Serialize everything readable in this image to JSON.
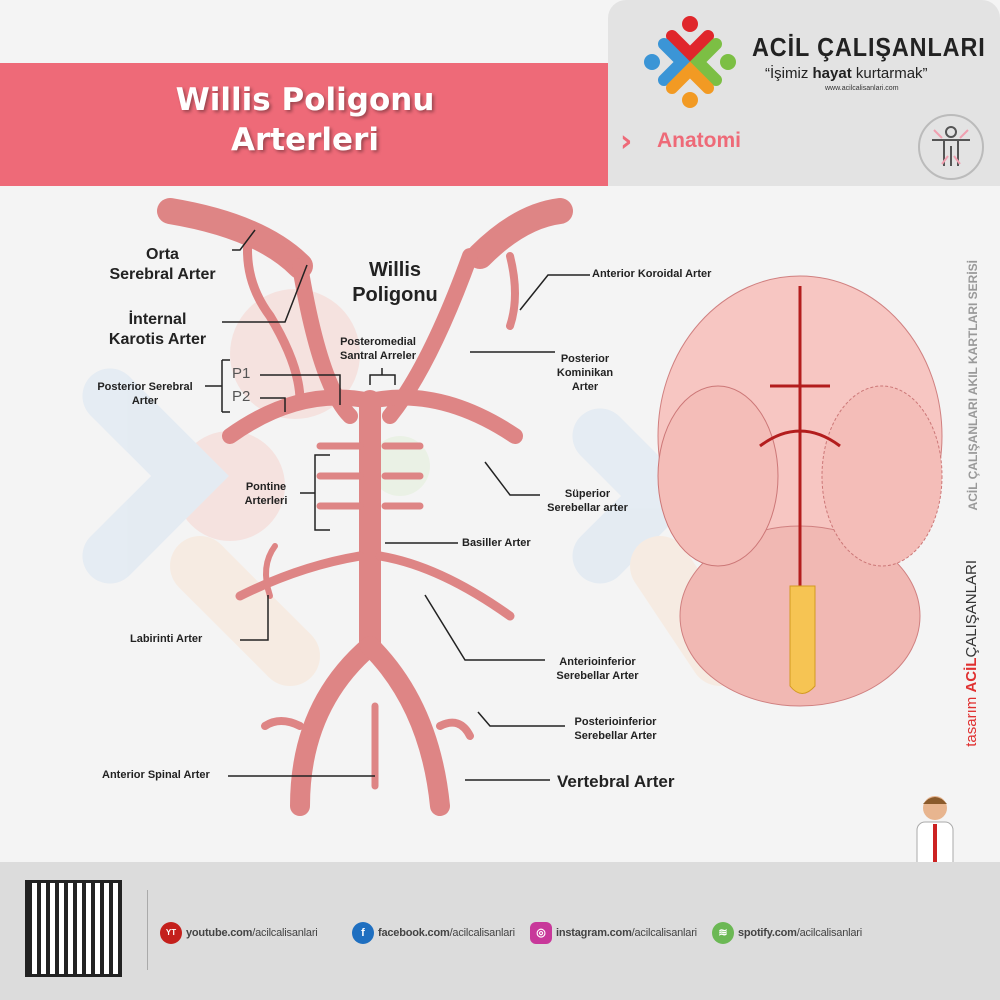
{
  "header": {
    "title_line1": "Willis Poligonu",
    "title_line2": "Arterleri",
    "brand": "ACİL ÇALIŞANLARI",
    "slogan_pre": "“İşimiz ",
    "slogan_bold": "hayat",
    "slogan_post": " kurtarmak”",
    "website": "www.acilcalisanlari.com",
    "section": "Anatomi"
  },
  "diagram": {
    "center_title_1": "Willis",
    "center_title_2": "Poligonu",
    "orta_1": "Orta",
    "orta_2": "Serebral Arter",
    "internal_1": "İnternal",
    "internal_2": "Karotis Arter",
    "posteromedial_1": "Posteromedial",
    "posteromedial_2": "Santral Arreler",
    "p1": "P1",
    "p2": "P2",
    "posterior_serebral_1": "Posterior Serebral",
    "posterior_serebral_2": "Arter",
    "pontine_1": "Pontine",
    "pontine_2": "Arterleri",
    "basiller": "Basiller Arter",
    "labirinti": "Labirinti Arter",
    "anterior_spinal": "Anterior Spinal Arter",
    "anterior_koroidal": "Anterior Koroidal Arter",
    "posterior_kom_1": "Posterior",
    "posterior_kom_2": "Kominikan",
    "posterior_kom_3": "Arter",
    "superior_1": "Süperior",
    "superior_2": "Serebellar arter",
    "aica_1": "Anterioinferior",
    "aica_2": "Serebellar Arter",
    "pica_1": "Posterioinferior",
    "pica_2": "Serebellar Arter",
    "vertebral": "Vertebral Arter",
    "artery_color": "#de8585"
  },
  "side": {
    "series": "ACİL ÇALIŞANLARI AKIL KARTLARI SERİSİ",
    "design_pre": "tasarım",
    "design_brand_a": "ACİL",
    "design_brand_b": "ÇALIŞANLARI"
  },
  "footer": {
    "socials": [
      {
        "bold": "youtube.com",
        "rest": "/acilcalisanlari",
        "icon": "YT",
        "color": "#c4201c"
      },
      {
        "bold": "facebook.com",
        "rest": "/acilcalisanlari",
        "icon": "f",
        "color": "#1f6fc0"
      },
      {
        "bold": "instagram.com",
        "rest": "/acilcalisanlari",
        "icon": "◎",
        "color": "#c8389a"
      },
      {
        "bold": "spotify.com",
        "rest": "/acilcalisanlari",
        "icon": "≋",
        "color": "#6bb854"
      }
    ]
  }
}
